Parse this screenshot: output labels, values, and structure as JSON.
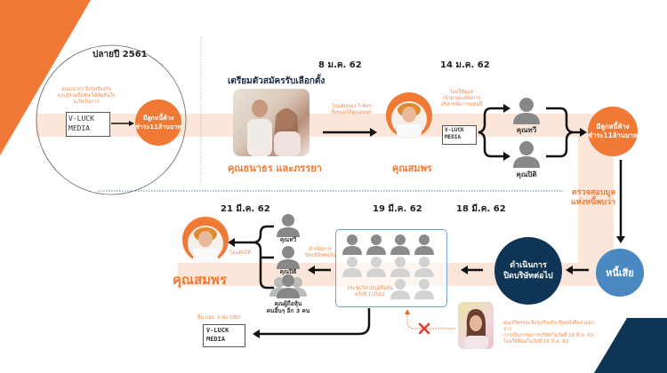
{
  "colors": {
    "accent_orange": "#f07a35",
    "band_peach": "#fbe6d9",
    "navy": "#0f3556",
    "steel_blue": "#4a88c2",
    "text_dark": "#222222",
    "x_red": "#e33b2e"
  },
  "section_late_2018": {
    "title": "ปลายปี 2561",
    "note": "คุณธนาธร จึงรุ่งเรืองกิจ และผู้ร่วมถือหุ้น ได้ตัดสินใจจะปิดกิจการ",
    "company_line1": "V-LUCK",
    "company_line2": "MEDIA",
    "debt_line1": "มีลูกหนี้ค้าง",
    "debt_line2": "ชำระ11ล้านบาท"
  },
  "step_jan8": {
    "date": "8 ม.ค. 62",
    "heading": "เตรียมตัวสมัครรับเลือกตั้ง",
    "person_label": "คุณธนาธร และภรรยา",
    "transfer_note_line1": "โอนหุ้นของ วี-ลัคฯ",
    "transfer_note_line2": "ทั้งหมดให้คุณสมพร",
    "receiver_label": "คุณสมพร"
  },
  "step_jan14": {
    "date": "14 ม.ค. 62",
    "note_line1": "โอนให้ดูแล",
    "note_line2": "เข้ามาดูแลกิจการ",
    "note_line3": "บริหารจัดการแทนนี้",
    "company_line1": "V-LUCK",
    "company_line2": "MEDIA",
    "person_a": "คุณทวี",
    "person_b": "คุณปิติ",
    "debt_line1": "มีลูกหนี้ค้าง",
    "debt_line2": "ชำระ11ล้านบาท"
  },
  "audit": {
    "line1": "ตรวจสอบมูล",
    "line2": "แห่งหนี้พบว่า",
    "bad_debt": "หนี้เสีย"
  },
  "step_mar18": {
    "date": "18 มี.ค. 62",
    "action_line1": "ดำเนินการ",
    "action_line2": "ปิดบริษัทต่อไป"
  },
  "step_mar19": {
    "date": "19 มี.ค. 62",
    "meeting_line1": "ประชุมวิสามัญผู้ถือหุ้น",
    "meeting_line2": "ครั้งที่ 1/2562",
    "close_note_line1": "ดำเนินการ",
    "close_note_line2": "ปิดบริษัทต่อไป"
  },
  "step_mar21": {
    "date": "21 มี.ค. 62",
    "person_a": "คุณทวี",
    "person_b": "คุณปิติ",
    "others_line1": "คุณผู้ถือหุ้น",
    "others_line2": "คนอื่นๆ อีก 3 คน",
    "transfer_note": "โอนหุ้นให้",
    "receiver_label": "คุณสมพร"
  },
  "dbd": {
    "note": "ยื่น บอจ. 5 ต่อ DBD",
    "company_line1": "V-LUCK",
    "company_line2": "MEDIA"
  },
  "resignation": {
    "line1": "คุณรวีพรรณ จึงรุ่งเรืองกิจ ยื่นหนังสือลาออกจาก",
    "line2": "การเป็นกรรมการบริษัทในวันที่ 18 มี.ค. 62",
    "line3": "โดยให้มีผลในวันที่ 19 มี.ค. 62"
  }
}
